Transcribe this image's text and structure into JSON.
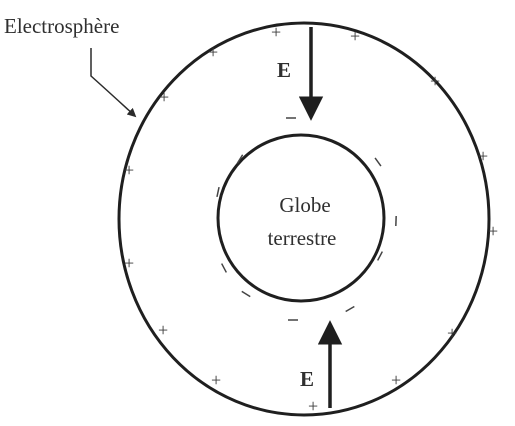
{
  "diagram": {
    "title_label": "Electrosphère",
    "field_label_top": "E",
    "field_label_bottom": "E",
    "globe_label_line1": "Globe",
    "globe_label_line2": "terrestre",
    "outer_sign": "+",
    "inner_sign": "−"
  }
}
